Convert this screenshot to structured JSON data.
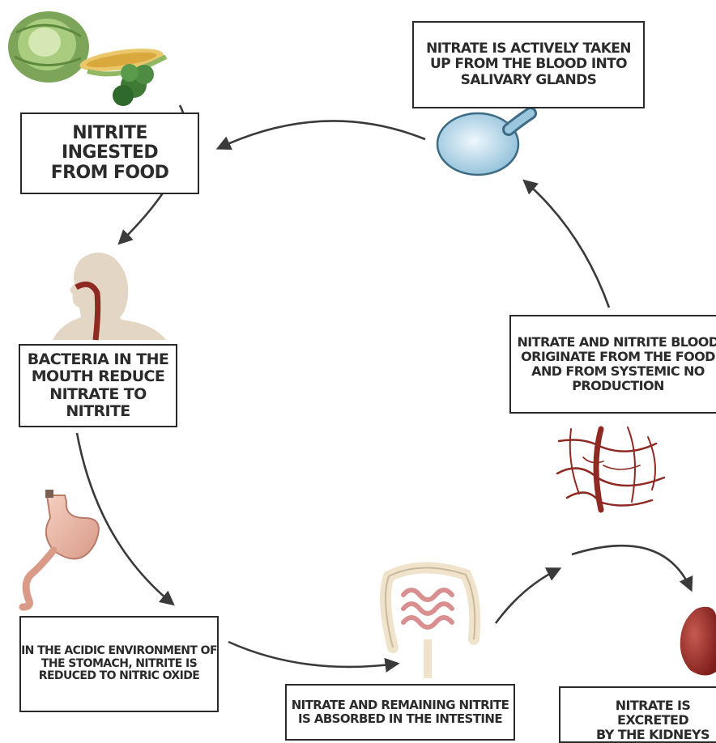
{
  "steps": {
    "salivary": "Nitrate is actively taken\nup from the blood into\nsalivary glands",
    "ingested": "Nitrite ingested\nfrom food",
    "mouth": "Bacteria in the\nmouth reduce\nnitrate to nitrite",
    "stomach": "In the acidic environment of\nthe stomach, nitrite is\nreduced to nitric oxide",
    "intestine": "Nitrate and remaining nitrite\nis absorbed in the intestine",
    "kidneys": "Nitrate  is excreted\nby the kidneys",
    "blood": "Nitrate and nitrite  blood\noriginate from the food\nand from systemic NO\nproduction"
  },
  "colors": {
    "arrow": "#3a3a3a",
    "vessel": "#8e2a22",
    "kidney": "#9c2b2b",
    "skin": "#e3d6c4",
    "stomach": "#e8b7a7",
    "gland": "#bfdcec"
  }
}
